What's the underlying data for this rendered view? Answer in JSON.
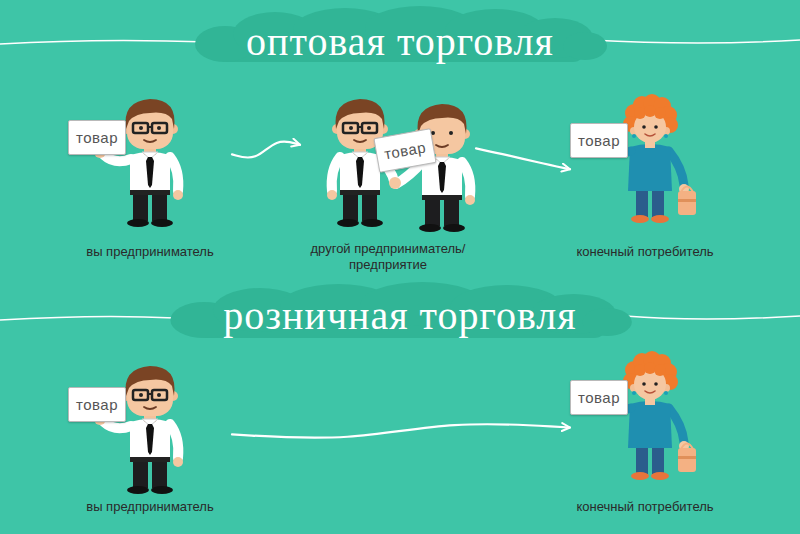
{
  "diagram": {
    "nodes": [
      {
        "text": [
          "вы предприниматель"
        ]
      },
      {
        "text": [
          "товар"
        ],
        "in": 0
      },
      {
        "text": [
          "другой предприниматель/ предприятие"
        ]
      },
      {
        "text": [
          "товар"
        ],
        "in": 2
      },
      {
        "text": [
          "конечный потребитель"
        ]
      },
      {
        "text": [
          "товар"
        ],
        "in": 4
      },
      {
        "text": [
          "вы предприниматель"
        ]
      },
      {
        "text": [
          "товар"
        ],
        "in": 6
      },
      {
        "text": [
          "конечный потребитель"
        ]
      },
      {
        "text": [
          "товар"
        ],
        "in": 8
      }
    ],
    "edges": [
      {
        "from": 0,
        "to": 2,
        "arrow": "to"
      },
      {
        "from": 2,
        "to": 4,
        "arrow": "to"
      },
      {
        "from": 6,
        "to": 8,
        "arrow": "to"
      }
    ],
    "labels": [
      "оптовая торговля",
      "розничная торговля"
    ]
  }
}
